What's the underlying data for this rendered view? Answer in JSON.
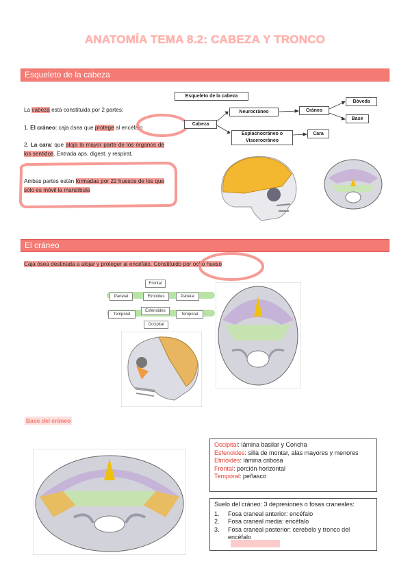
{
  "page_title": "ANATOMÍA TEMA 8.2: CABEZA Y TRONCO",
  "sections": {
    "skull_head": "Esqueleto de la cabeza",
    "cranium": "El cráneo",
    "base": "Base del cráneo"
  },
  "intro": {
    "line1_pre": "La ",
    "line1_hl": "cabeza",
    "line1_post": " está constituida por 2 partes:",
    "item1_num": "1. ",
    "item1_bold": "El cráneo",
    "item1_mid": ": caja ósea que ",
    "item1_hl": "protege",
    "item1_post": " al encéfalo",
    "item2_num": "2. ",
    "item2_bold": "La cara",
    "item2_mid": ": que ",
    "item2_hl": "aloja la mayor parte de los órganos de los sentidos",
    "item2_post": ". Entrada aps. digest. y respirat.",
    "both_pre": "Ambas partes están ",
    "both_hl": "formadas por 22 huesos de los que sólo es móvil la mandíbula"
  },
  "diagram": {
    "title": "Esqueleto de la cabeza",
    "root": "Cabeza",
    "neuro": "Neurocráneo",
    "craneo": "Cráneo",
    "boveda": "Bóveda",
    "base": "Base",
    "esplacno": "Esplacnocráneo o Viscerocráneo",
    "cara": "Cara"
  },
  "cranium_text": "Caja ósea destinada a alojar y proteger al encéfalo. Constituido por ocho hueso",
  "bones": {
    "frontal": "Frontal",
    "parietal_l": "Parietal",
    "etmoides": "Etmoides",
    "parietal_r": "Parietal",
    "temporal_l": "Temporal",
    "esfenoides": "Esfenoides",
    "temporal_r": "Temporal",
    "occipital": "Occipital"
  },
  "base_panel": [
    {
      "name": "Occipital",
      "desc": ": lámina basilar y Concha"
    },
    {
      "name": "Esfenoides",
      "desc": ": silla de montar, alas mayores y menores"
    },
    {
      "name": "Etmoides",
      "desc": ": lámina cribosa"
    },
    {
      "name": "Frontal",
      "desc": ": porción horizontal"
    },
    {
      "name": "Temporal",
      "desc": ": peñasco"
    }
  ],
  "fossa_panel": {
    "heading": "Suelo del cráneo: 3 depresiones o fosas craneales:",
    "items": [
      {
        "num": "1.",
        "text": "Fosa craneal anterior: encéfalo"
      },
      {
        "num": "2.",
        "text": "Fosa craneal media: encéfalo"
      },
      {
        "num": "3.",
        "text": "Fosa craneal posterior: cerebelo y tronco del encéfalo"
      }
    ]
  },
  "colors": {
    "accent": "#f47a74",
    "highlight": "#f7a29c",
    "title": "#ffb3ad",
    "bone_label_red": "#e23a30",
    "band_green": "#b9e3a6"
  }
}
